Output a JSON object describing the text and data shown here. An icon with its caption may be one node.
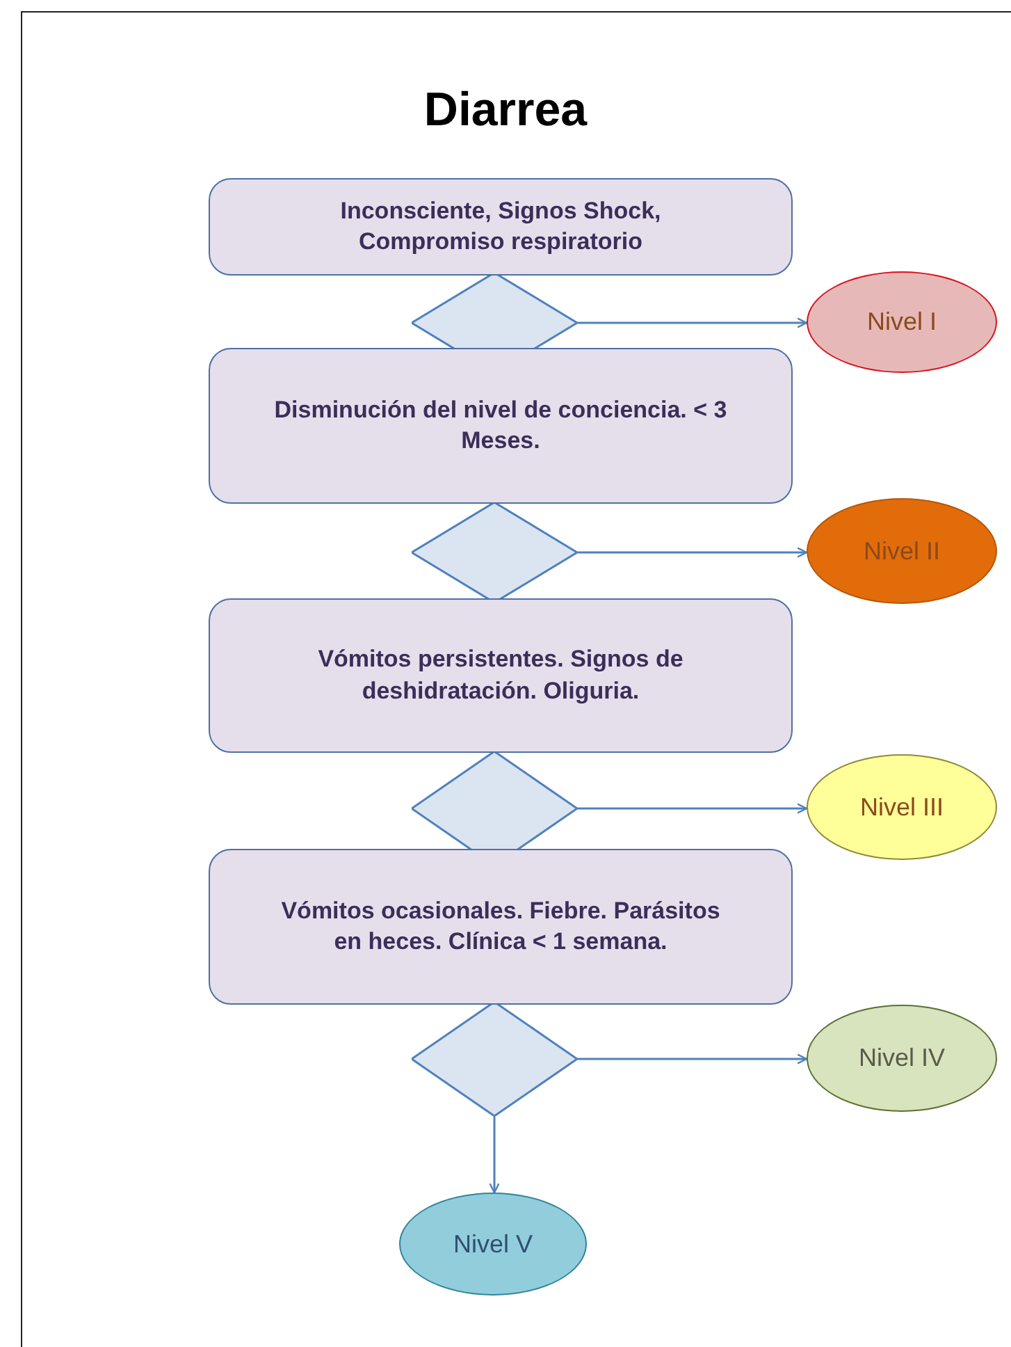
{
  "diagram": {
    "title": "Diarrea",
    "nodes": [
      {
        "text": [
          "Inconsciente, Signos Shock, Compromiso respiratorio"
        ]
      },
      {
        "text": [],
        "shape": "diamond"
      },
      {
        "text": [
          "Nivel I"
        ]
      },
      {
        "text": [
          "Disminución del nivel de conciencia. < 3 Meses."
        ]
      },
      {
        "text": [],
        "shape": "diamond"
      },
      {
        "text": [
          "Nivel II"
        ]
      },
      {
        "text": [
          "Vómitos persistentes. Signos de deshidratación. Oliguria."
        ]
      },
      {
        "text": [],
        "shape": "diamond"
      },
      {
        "text": [
          "Nivel III"
        ]
      },
      {
        "text": [
          "Vómitos ocasionales. Fiebre. Parásitos en heces. Clínica < 1 semana."
        ]
      },
      {
        "text": [],
        "shape": "diamond"
      },
      {
        "text": [
          "Nivel IV"
        ]
      },
      {
        "text": [
          "Nivel V"
        ]
      }
    ],
    "edges": [
      {
        "from": 1,
        "to": 2,
        "arrow": "to"
      },
      {
        "from": 4,
        "to": 5,
        "arrow": "to"
      },
      {
        "from": 7,
        "to": 8,
        "arrow": "to"
      },
      {
        "from": 10,
        "to": 11,
        "arrow": "to"
      },
      {
        "from": 10,
        "to": 12,
        "arrow": "to"
      }
    ]
  }
}
